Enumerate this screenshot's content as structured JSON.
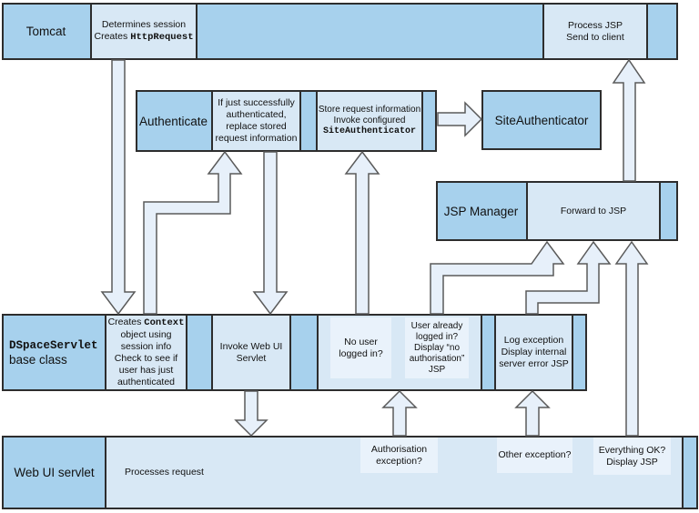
{
  "colors": {
    "medium_blue": "#a7d1ed",
    "light_blue": "#d8e8f5",
    "lighter_blue": "#e9f2fb",
    "arrow_fill": "#e7f0fa",
    "border": "#2d2d2d"
  },
  "lanes": {
    "tomcat": {
      "label": "Tomcat"
    },
    "dspace": {
      "label_code": "DSpaceServlet",
      "label_rest": "base class"
    },
    "webui": {
      "label": "Web UI servlet",
      "processes": "Processes request"
    }
  },
  "nodes": {
    "determines": {
      "line1": "Determines session",
      "line2_prefix": "Creates ",
      "line2_code": "HttpRequest"
    },
    "process_jsp": {
      "line1": "Process JSP",
      "line2": "Send to client"
    },
    "authenticate": {
      "label": "Authenticate"
    },
    "if_just": {
      "text": "If just successfully authenticated, replace stored request information"
    },
    "store": {
      "line1": "Store request information",
      "line2": "Invoke configured",
      "line3_code": "SiteAuthenticator"
    },
    "site_authenticator": {
      "label": "SiteAuthenticator"
    },
    "jsp_manager": {
      "label": "JSP Manager"
    },
    "forward": {
      "text": "Forward to JSP"
    },
    "creates_context": {
      "prefix": "Creates ",
      "code": "Context",
      "rest": " object using session info Check to see if user has just authenticated"
    },
    "invoke": {
      "text": "Invoke Web UI Servlet"
    },
    "no_user": {
      "text": "No user logged in?"
    },
    "user_already": {
      "text": "User already logged in? Display “no authorisation” JSP"
    },
    "log_exception": {
      "text": "Log exception Display internal server error JSP"
    },
    "authorisation_exception": {
      "text": "Authorisation exception?"
    },
    "other_exception": {
      "text": "Other exception?"
    },
    "everything_ok": {
      "text": "Everything OK? Display JSP"
    }
  }
}
